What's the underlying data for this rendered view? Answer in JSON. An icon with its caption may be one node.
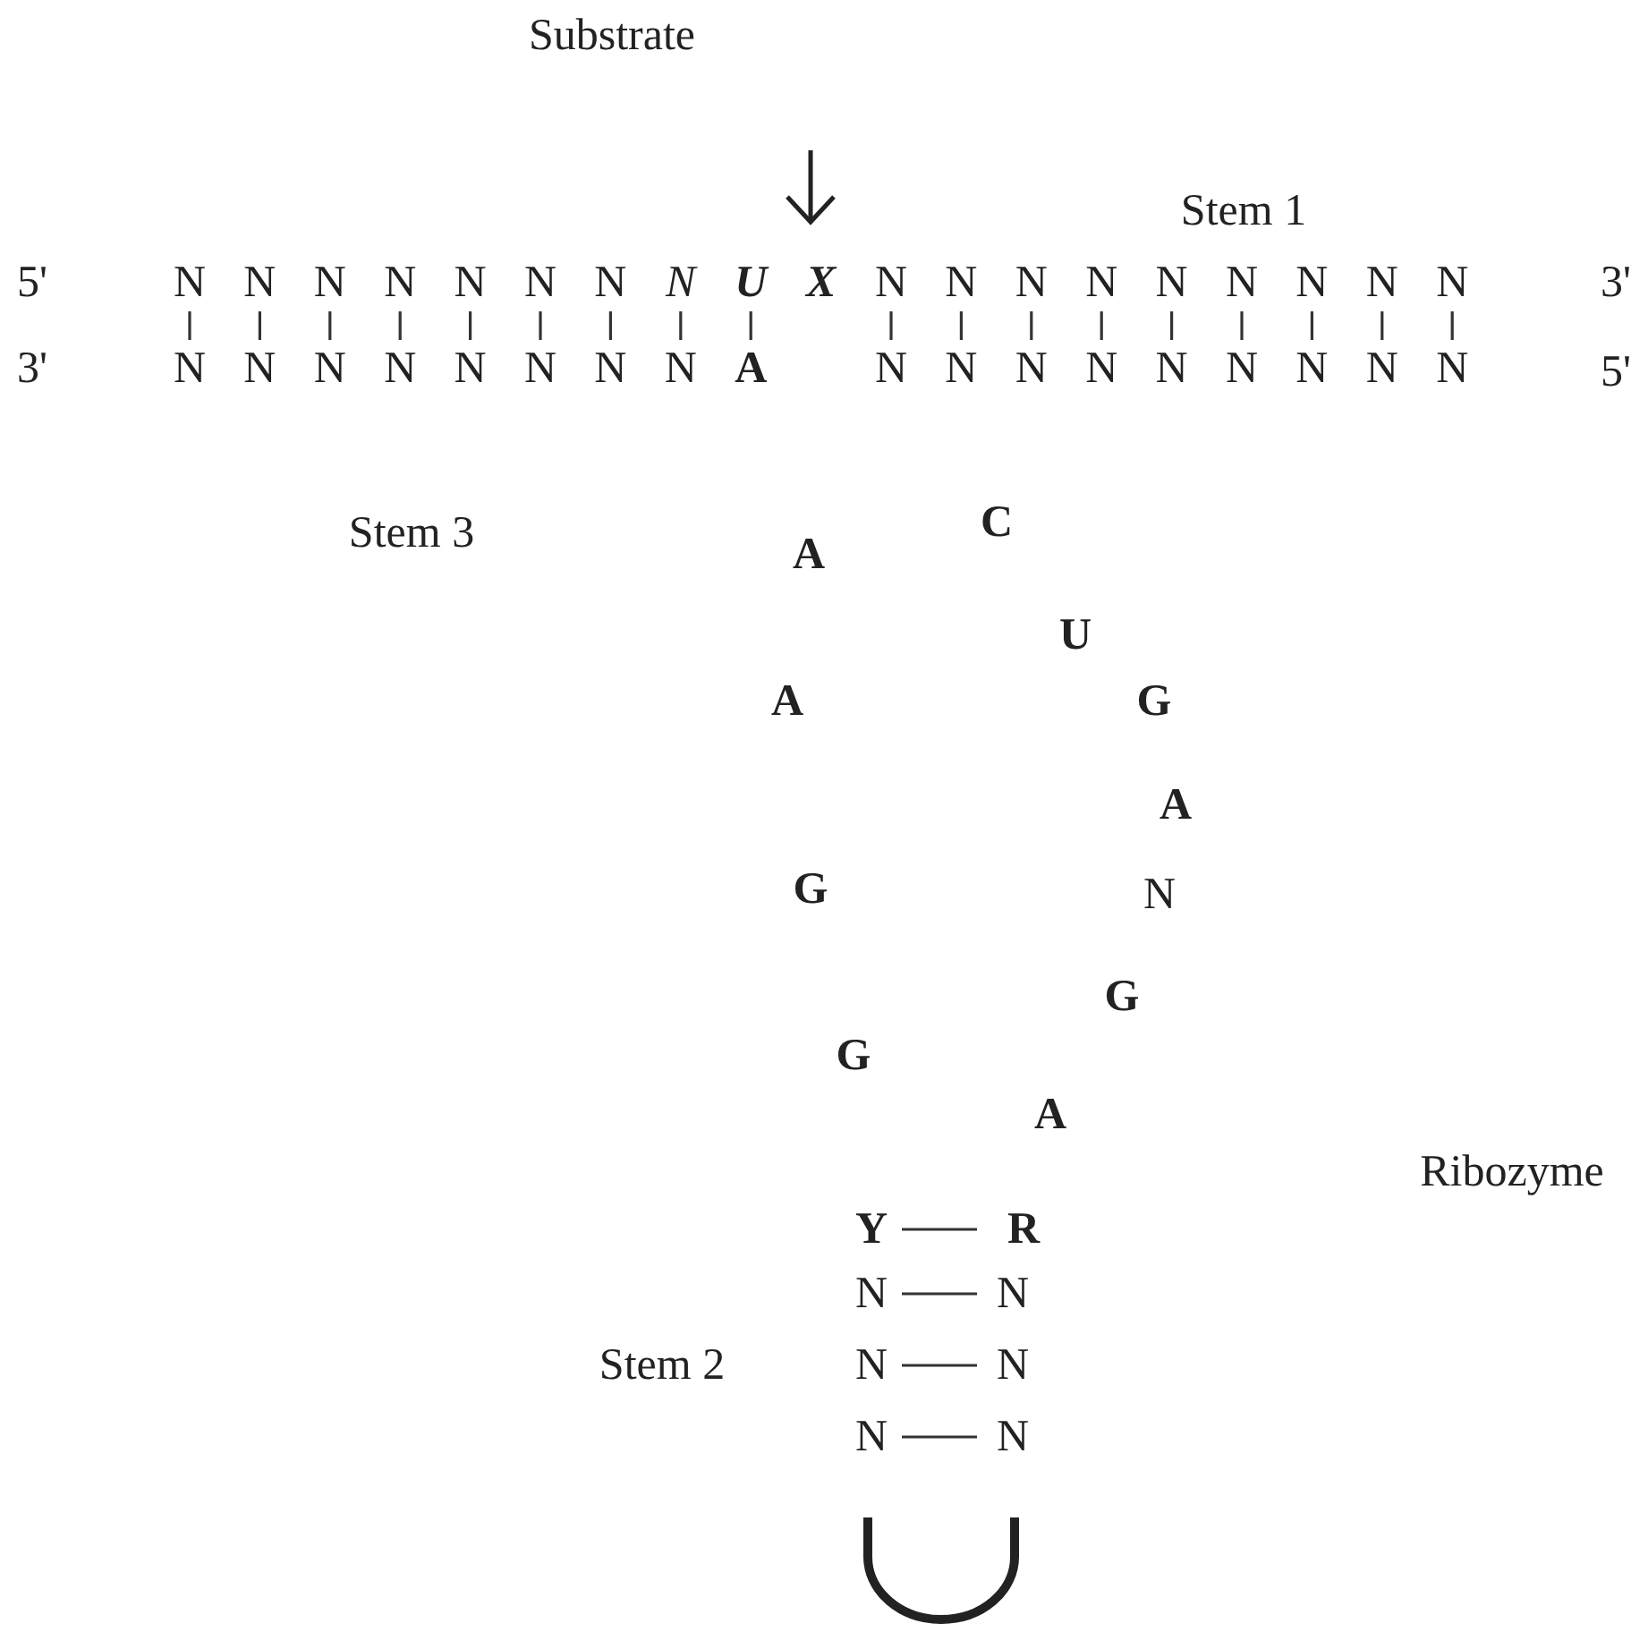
{
  "diagram": {
    "labels": [
      "Substrate",
      "Stem 1",
      "5'",
      "N",
      "N",
      "N",
      "N",
      "N",
      "N",
      "N",
      "N",
      "U",
      "X",
      "N",
      "N",
      "N",
      "N",
      "N",
      "N",
      "N",
      "N",
      "N",
      "3'",
      "3'",
      "N",
      "N",
      "N",
      "N",
      "N",
      "N",
      "N",
      "N",
      "A",
      "N",
      "N",
      "N",
      "N",
      "N",
      "N",
      "N",
      "N",
      "N",
      "5'",
      "Stem 3",
      "C",
      "A",
      "U",
      "A",
      "G",
      "A",
      "G",
      "N",
      "G",
      "G",
      "A",
      "Ribozyme",
      "Y",
      "R",
      "N",
      "N",
      "Stem 2",
      "N",
      "N",
      "N",
      "N"
    ]
  }
}
